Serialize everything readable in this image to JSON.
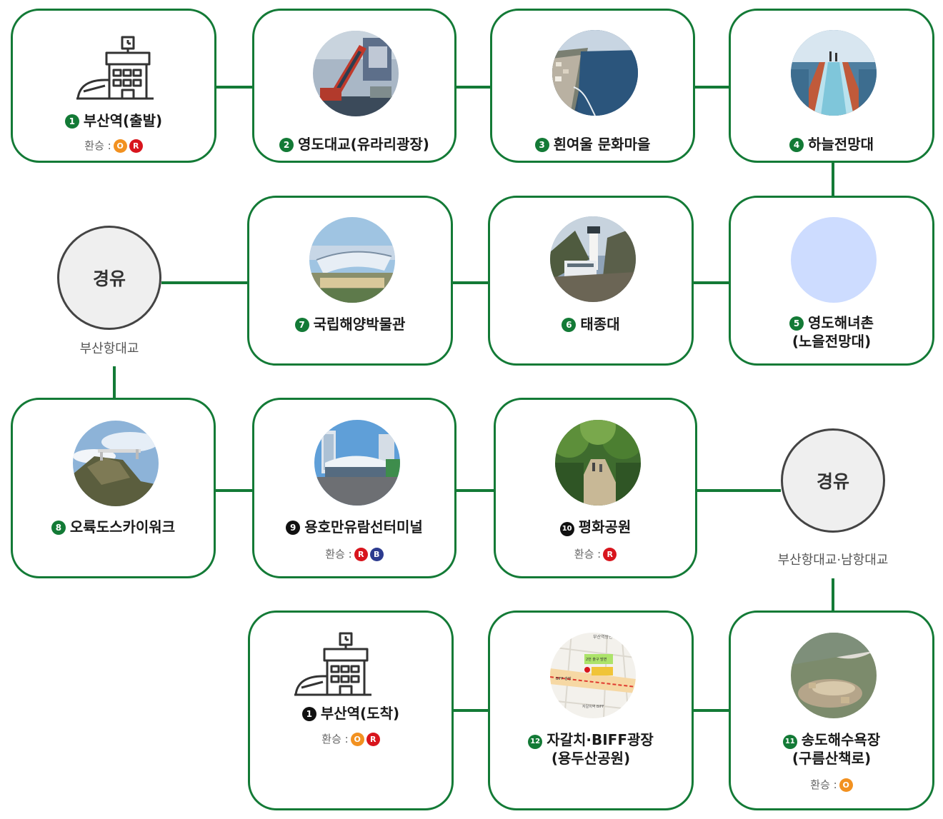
{
  "colors": {
    "accent": "#137a36",
    "number_bg": "#137a36",
    "number_dark": "#111111",
    "badge_o": "#f29120",
    "badge_r": "#d8151d",
    "badge_b": "#2c3b8f",
    "via_border": "#444444",
    "via_bg": "#efefef"
  },
  "transfer_label": "환승 :",
  "stations": [
    {
      "id": "s1_start",
      "num": "1",
      "name": "부산역(출발)",
      "image": "train-station-icon",
      "transfers": [
        "O",
        "R"
      ]
    },
    {
      "id": "s2",
      "num": "2",
      "name": "영도대교(유라리광장)",
      "image": "drawbridge-photo",
      "transfers": []
    },
    {
      "id": "s3",
      "num": "3",
      "name": "흰여울 문화마을",
      "image": "coastal-village-photo",
      "transfers": []
    },
    {
      "id": "s4",
      "num": "4",
      "name": "하늘전망대",
      "image": "glass-skywalk-photo",
      "transfers": []
    },
    {
      "id": "s5",
      "num": "5",
      "name": "영도해녀촌",
      "name2": "(노을전망대)",
      "image": "placeholder-circle",
      "transfers": []
    },
    {
      "id": "s6",
      "num": "6",
      "name": "태종대",
      "image": "lighthouse-photo",
      "transfers": []
    },
    {
      "id": "s7",
      "num": "7",
      "name": "국립해양박물관",
      "image": "maritime-museum-photo",
      "transfers": []
    },
    {
      "id": "s8",
      "num": "8",
      "name": "오륙도스카이워크",
      "image": "cliff-skywalk-photo",
      "transfers": []
    },
    {
      "id": "s9",
      "num": "9",
      "name": "용호만유람선터미널",
      "image": "ferry-terminal-photo",
      "transfers": [
        "R",
        "B"
      ]
    },
    {
      "id": "s10",
      "num": "10",
      "name": "평화공원",
      "image": "park-path-photo",
      "transfers": [
        "R"
      ]
    },
    {
      "id": "s11",
      "num": "11",
      "name": "송도해수욕장",
      "name2": "(구름산책로)",
      "image": "cloud-walkway-photo",
      "transfers": [
        "O"
      ]
    },
    {
      "id": "s12",
      "num": "12",
      "name": "자갈치·BIFF광장",
      "name2": "(용두산공원)",
      "image": "area-map-photo",
      "transfers": []
    },
    {
      "id": "s1_end",
      "num": "1",
      "name": "부산역(도착)",
      "image": "train-station-icon",
      "transfers": [
        "O",
        "R"
      ]
    }
  ],
  "via_points": [
    {
      "id": "via1",
      "label": "경유",
      "sub": "부산항대교"
    },
    {
      "id": "via2",
      "label": "경유",
      "sub": "부산항대교·남항대교"
    }
  ],
  "map_texts": {
    "header": "부산역방면",
    "sign": "2번 출구 방면\n자갈치시장 방면",
    "route": "BIFF 광장",
    "footer": "자갈치역 BIFF"
  }
}
